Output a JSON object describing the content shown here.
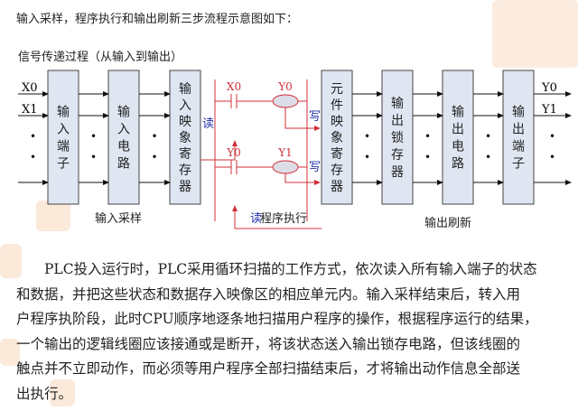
{
  "intro": "输入采样，程序执行和输出刷新三步流程示意图如下：",
  "subtitle": "信号传递过程（从输入到输出）",
  "diagram": {
    "inputs": [
      "X0",
      "X1"
    ],
    "outputs": [
      "Y0",
      "Y1"
    ],
    "dot": "•",
    "boxes": [
      {
        "chars": [
          "输",
          "入",
          "端",
          "子"
        ]
      },
      {
        "chars": [
          "输",
          "入",
          "电",
          "路"
        ]
      },
      {
        "chars": [
          "输",
          "入",
          "映",
          "象",
          "寄",
          "存",
          "器"
        ]
      },
      {
        "chars": [
          "元",
          "件",
          "映",
          "象",
          "寄",
          "存",
          "器"
        ]
      },
      {
        "chars": [
          "输",
          "出",
          "锁",
          "存",
          "器"
        ]
      },
      {
        "chars": [
          "输",
          "出",
          "电",
          "路"
        ]
      },
      {
        "chars": [
          "输",
          "出",
          "端",
          "子"
        ]
      }
    ],
    "ladder": {
      "rung1_contact": "X0",
      "rung1_coil": "Y0",
      "rung2_contact": "Y0",
      "rung2_coil": "Y1",
      "read": "读",
      "write": "写"
    },
    "stage_labels": [
      "输入采样",
      "程序执行",
      "输出刷新"
    ],
    "colors": {
      "box": "#dfe6f2",
      "ladder": "#d0303a",
      "rw": "#2233aa"
    }
  },
  "paragraph": [
    "PLC投入运行时，PLC采用循环扫描的工作方式，依次读入所有输入端子的状态",
    "和数据，并把这些状态和数据存入映像区的相应单元内。输入采样结束后，转入用",
    "户程序执阶段，此时CPU顺序地逐条地扫描用户程序的操作，根据程序运行的结果，",
    "一个输出的逻辑线圈应该接通或是断开，将该状态送入输出锁存电路，但该线圈的",
    "触点并不立即动作，而必须等用户程序全部扫描结束后，才将输出动作信息全部送",
    "出执行。"
  ]
}
